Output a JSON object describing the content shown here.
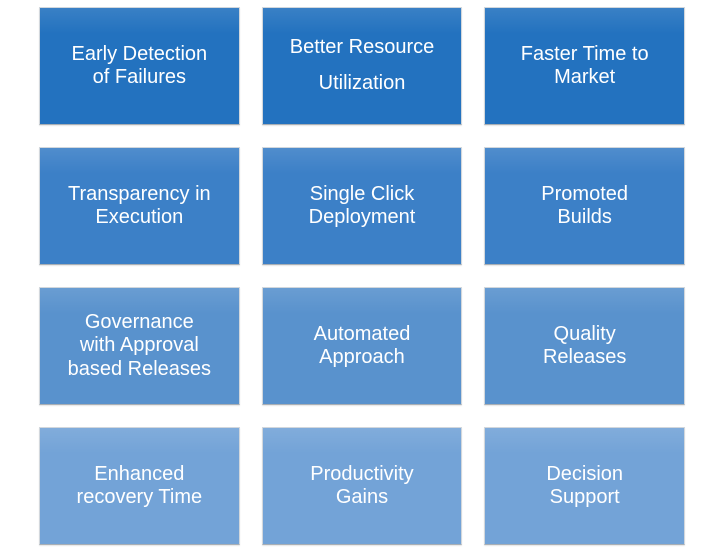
{
  "canvas": {
    "background_color": "#ffffff",
    "text_color": "#ffffff"
  },
  "grid": {
    "rows": 4,
    "cols": 3,
    "row_colors": [
      "#2372BF",
      "#3C80C7",
      "#5992CD",
      "#73A3D7"
    ],
    "items": [
      {
        "id": "early-detection-of-failures",
        "row": 1,
        "lines": [
          "Early Detection",
          "of Failures"
        ]
      },
      {
        "id": "better-resource-utilization",
        "row": 1,
        "lines": [
          "Better Resource",
          "Utilization"
        ],
        "wide_spacing": true
      },
      {
        "id": "faster-time-to-market",
        "row": 1,
        "lines": [
          "Faster Time to",
          "Market"
        ]
      },
      {
        "id": "transparency-in-execution",
        "row": 2,
        "lines": [
          "Transparency in",
          "Execution"
        ]
      },
      {
        "id": "single-click-deployment",
        "row": 2,
        "lines": [
          "Single Click",
          "Deployment"
        ]
      },
      {
        "id": "promoted-builds",
        "row": 2,
        "lines": [
          "Promoted",
          "Builds"
        ]
      },
      {
        "id": "governance-with-approval-based-releases",
        "row": 3,
        "lines": [
          "Governance",
          "with Approval",
          "based Releases"
        ]
      },
      {
        "id": "automated-approach",
        "row": 3,
        "lines": [
          "Automated",
          "Approach"
        ]
      },
      {
        "id": "quality-releases",
        "row": 3,
        "lines": [
          "Quality",
          "Releases"
        ]
      },
      {
        "id": "enhanced-recovery-time",
        "row": 4,
        "lines": [
          "Enhanced",
          "recovery Time"
        ]
      },
      {
        "id": "productivity-gains",
        "row": 4,
        "lines": [
          "Productivity",
          "Gains"
        ]
      },
      {
        "id": "decision-support",
        "row": 4,
        "lines": [
          "Decision",
          "Support"
        ]
      }
    ]
  }
}
